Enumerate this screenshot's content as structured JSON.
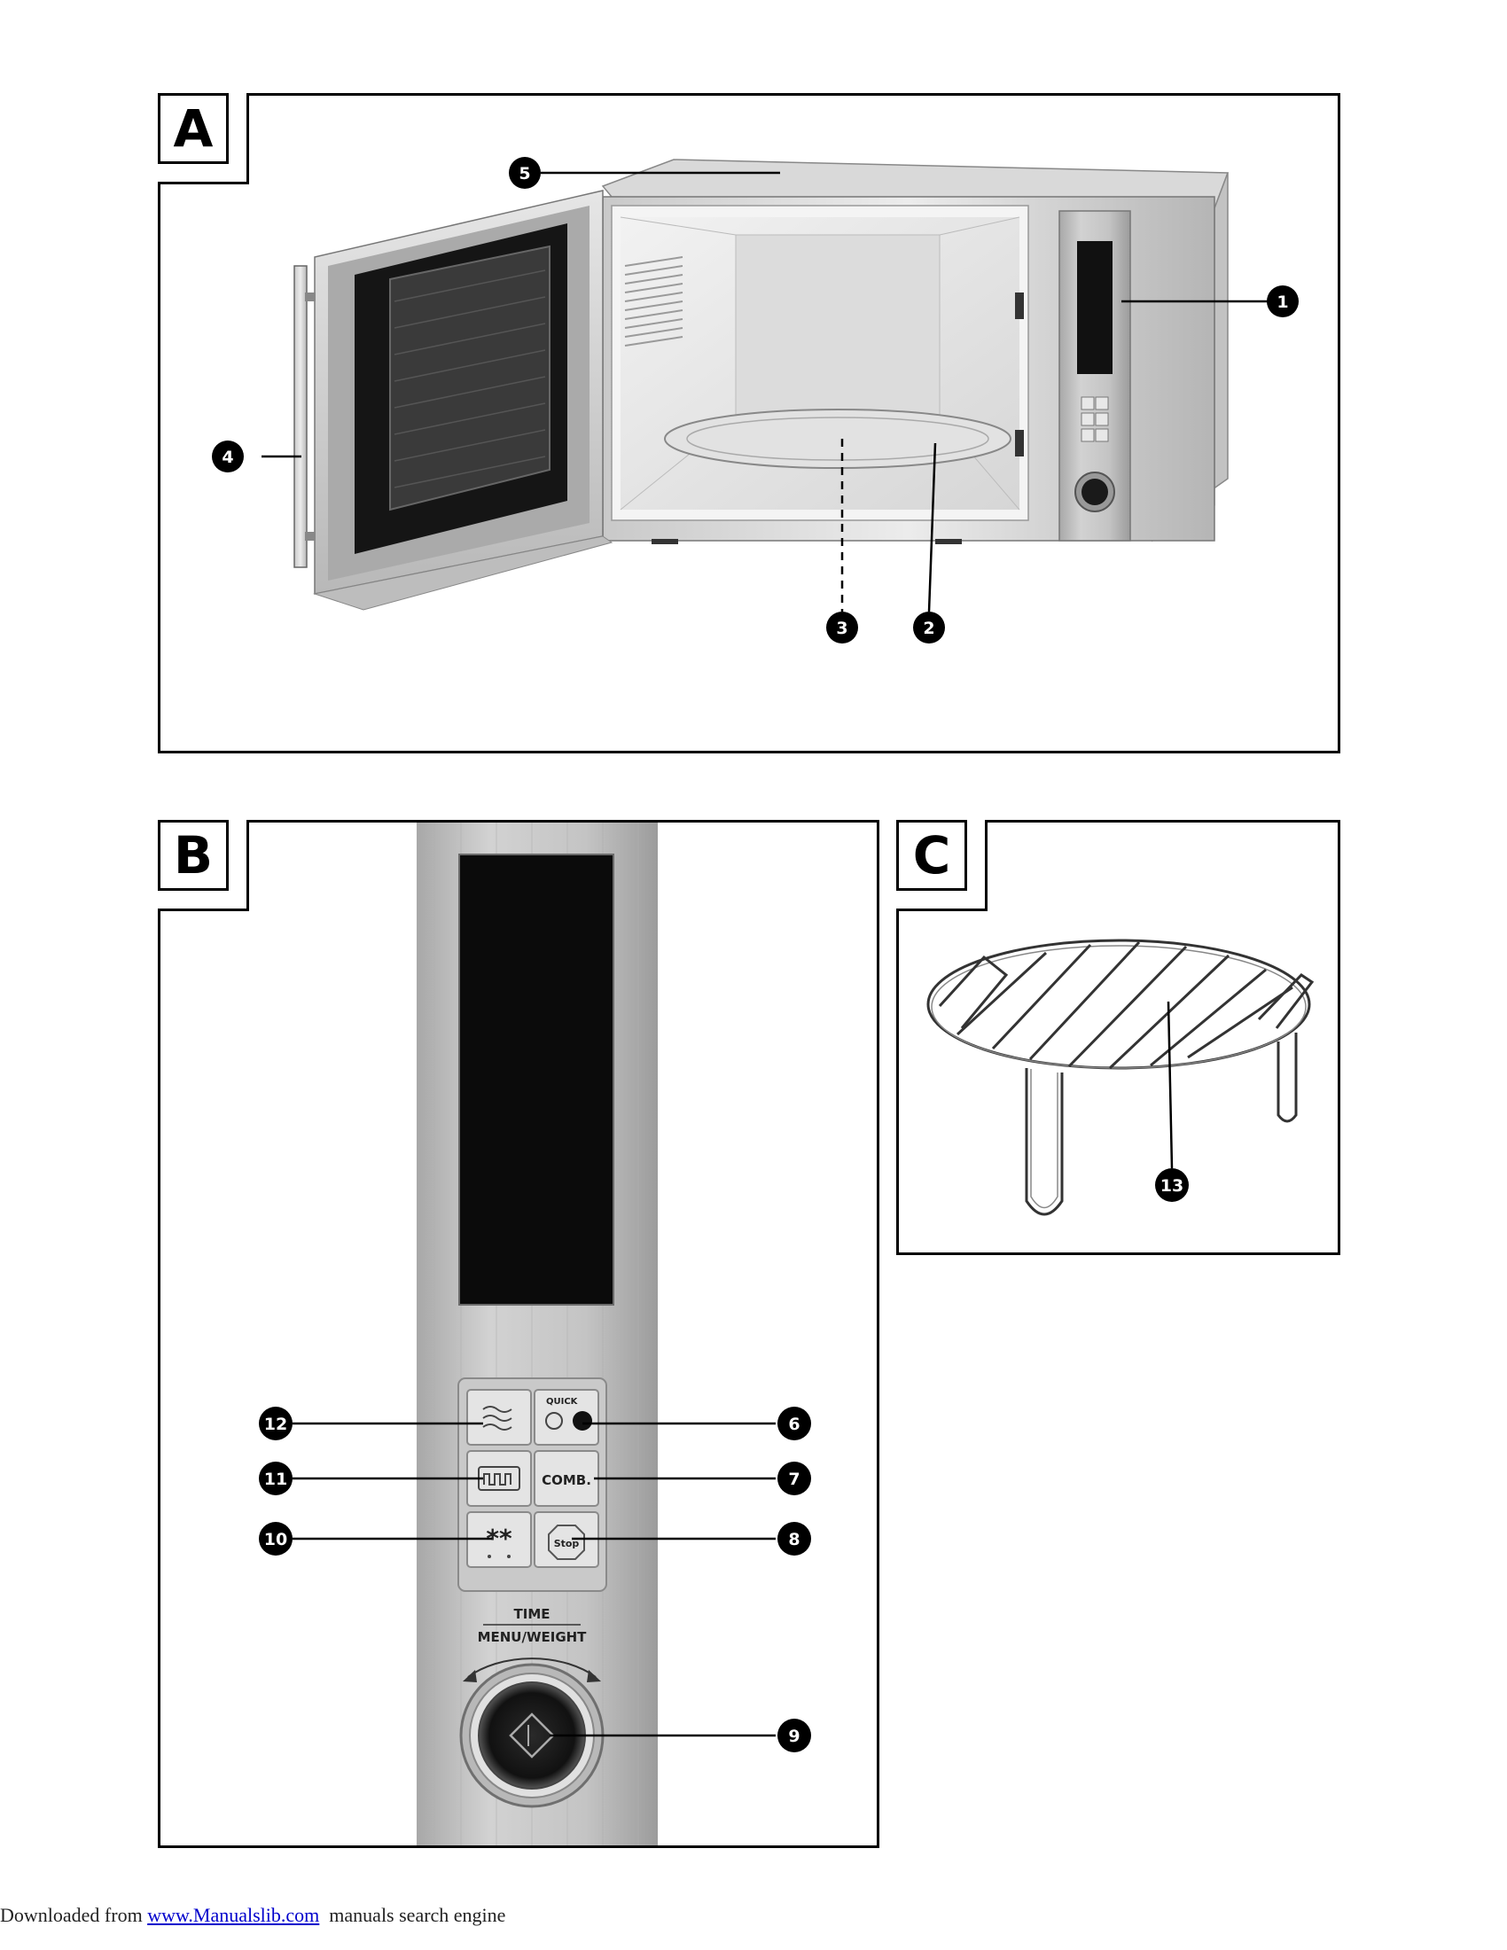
{
  "panels": {
    "a": {
      "label": "A"
    },
    "b": {
      "label": "B"
    },
    "c": {
      "label": "C"
    }
  },
  "callouts": {
    "n1": "1",
    "n2": "2",
    "n3": "3",
    "n4": "4",
    "n5": "5",
    "n6": "6",
    "n7": "7",
    "n8": "8",
    "n9": "9",
    "n10": "10",
    "n11": "11",
    "n12": "12",
    "n13": "13"
  },
  "control_panel": {
    "comb_label": "COMB.",
    "stop_label": "Stop",
    "time_label": "TIME",
    "menu_weight_label": "MENU/WEIGHT",
    "defrost_symbol": "**",
    "quick_label": "QUICK"
  },
  "footer": {
    "prefix": "Downloaded from ",
    "link": "www.Manualslib.com",
    "suffix": "  manuals search engine"
  },
  "colors": {
    "steel_light": "#d8d8d8",
    "steel_dark": "#9a9a9a",
    "display_black": "#0b0b0b"
  }
}
